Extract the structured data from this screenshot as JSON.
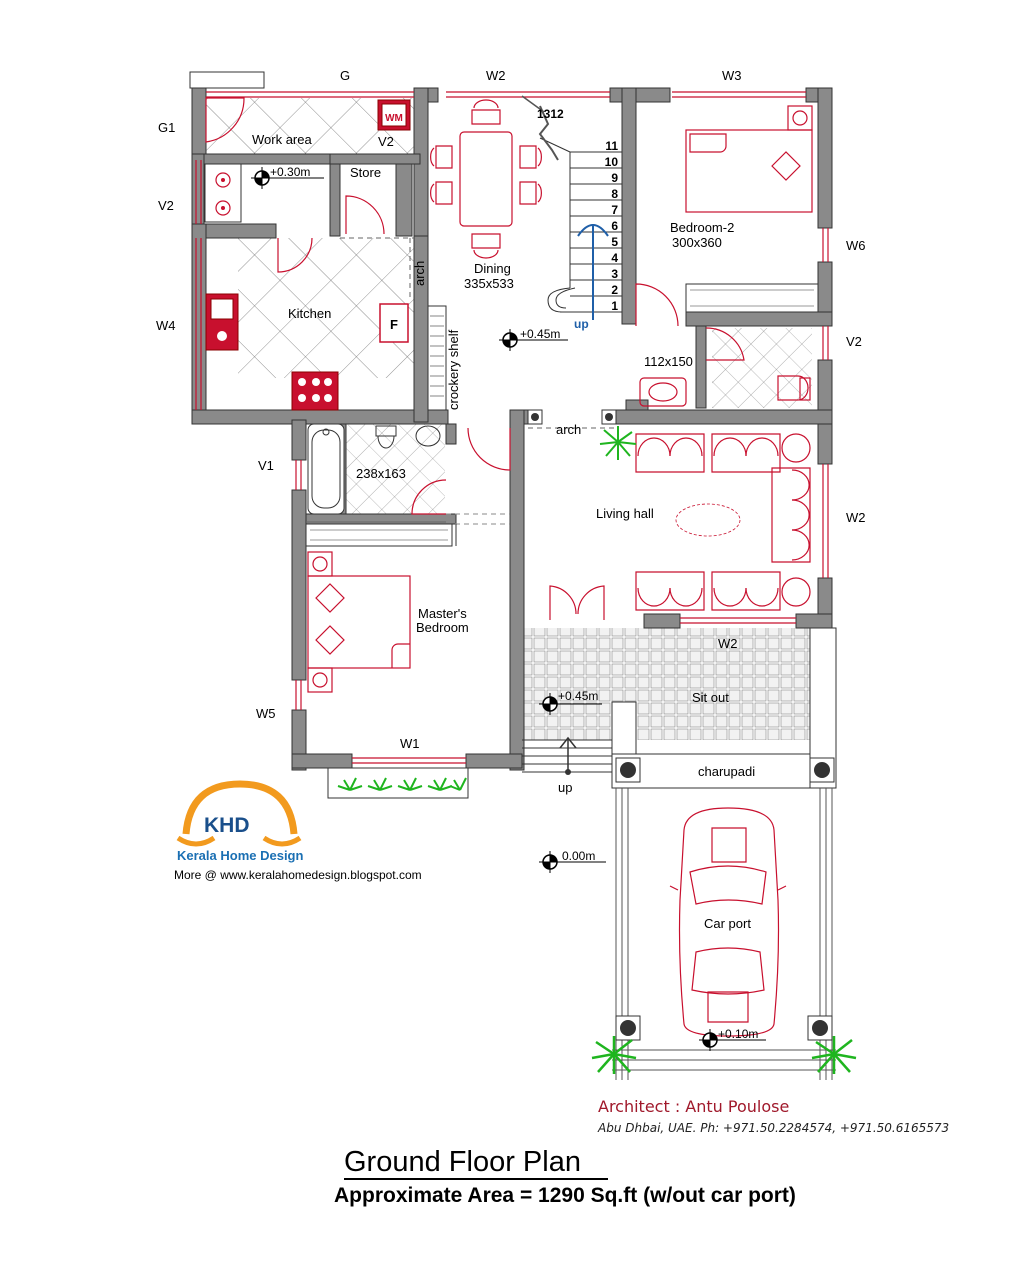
{
  "rooms": {
    "work_area": "Work area",
    "store": "Store",
    "kitchen": "Kitchen",
    "dining": "Dining",
    "dining_size": "335x533",
    "bedroom2": "Bedroom-2",
    "bedroom2_size": "300x360",
    "bath_small_size": "112x150",
    "bath_master_size": "238x163",
    "living": "Living hall",
    "master_line1": "Master's",
    "master_line2": "Bedroom",
    "sit_out": "Sit out",
    "charupadi": "charupadi",
    "car_port": "Car port",
    "crockery": "crockery shelf",
    "arch_vertical": "arch",
    "arch_living": "arch",
    "fridge": "F",
    "wm": "WM"
  },
  "windows": {
    "g": "G",
    "g1": "G1",
    "w2_top": "W2",
    "w3": "W3",
    "v2_work": "V2",
    "v2_left": "V2",
    "w6": "W6",
    "v2_right": "V2",
    "w4": "W4",
    "v1": "V1",
    "w2_right": "W2",
    "w2_sitout": "W2",
    "w5": "W5",
    "w1": "W1"
  },
  "levels": {
    "work": "+0.30m",
    "dining": "+0.45m",
    "sitout": "+0.45m",
    "ground": "0.00m",
    "carport": "+0.10m"
  },
  "stairs": {
    "steps": [
      "1",
      "2",
      "3",
      "4",
      "5",
      "6",
      "7",
      "8",
      "9",
      "10",
      "11"
    ],
    "landing": "1312",
    "up_label": "up",
    "entry_up": "up"
  },
  "footer": {
    "title": "Ground Floor Plan",
    "area": "Approximate Area = 1290 Sq.ft (w/out car port)",
    "architect": "Architect : Antu Poulose",
    "contact": "Abu Dhbai, UAE. Ph: +971.50.2284574, +971.50.6165573"
  },
  "brand": {
    "logo": "KHD",
    "name": "Kerala Home Design",
    "more": "More @  www.keralahomedesign.blogspot.com"
  },
  "colors": {
    "wall": "#8a8a8a",
    "furniture": "#c8102e",
    "stair_arrow": "#1f5fa8",
    "architect": "#a0192b",
    "brand_blue": "#1a4f8b",
    "brand_orange": "#f29a1e",
    "plant": "#1fb51f"
  }
}
